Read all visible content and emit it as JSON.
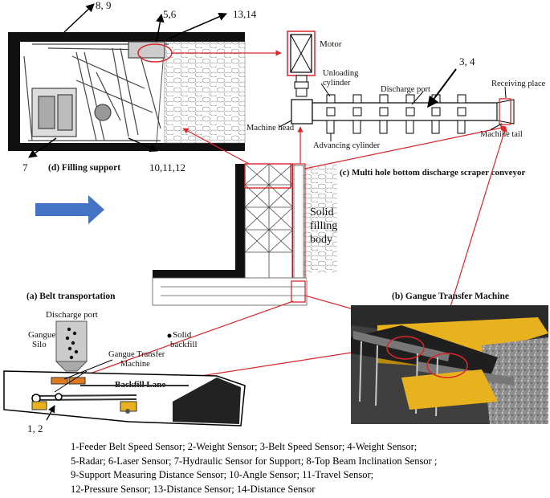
{
  "labels": {
    "motor": "Motor",
    "unloading_cylinder_line1": "Unloading",
    "unloading_cylinder_line2": "cylinder",
    "discharge_port_conveyor": "Discharge port",
    "receiving_place": "Receiving place",
    "machine_head": "Machine head",
    "machine_tail": "Machine tail",
    "advancing_cylinder": "Advancing cylinder",
    "conveyor_caption": "(c) Multi hole bottom discharge scraper conveyor",
    "filling_support_caption": "(d) Filling support",
    "solid_filling_body_line1": "Solid",
    "solid_filling_body_line2": "filling",
    "solid_filling_body_line3": "body",
    "belt_transportation_caption": "(a) Belt transportation",
    "gangue_transfer_caption": "(b) Gangue Transfer Machine",
    "discharge_port_belt": "Discharge port",
    "gangue_silo_line1": "Gangue",
    "gangue_silo_line2": "Silo",
    "gangue_transfer_machine_line1": "Gangue Transfer",
    "gangue_transfer_machine_line2": "Machine",
    "solid_backfill_line1": "Solid",
    "solid_backfill_line2": "backfill",
    "backfill_lane": "Backfill Lane"
  },
  "callouts": {
    "sensors_8_9": "8, 9",
    "sensors_5_6": "5,6",
    "sensors_13_14": "13,14",
    "sensor_7": "7",
    "sensors_10_11_12": "10,11,12",
    "sensors_3_4": "3, 4",
    "sensors_1_2": "1, 2"
  },
  "legend": {
    "line1": "1-Feeder Belt Speed Sensor; 2-Weight Sensor; 3-Belt Speed Sensor; 4-Weight Sensor;",
    "line2": "5-Radar; 6-Laser Sensor; 7-Hydraulic Sensor for Support; 8-Top Beam Inclination Sensor ;",
    "line3": "9-Support Measuring Distance Sensor; 10-Angle Sensor; 11-Travel Sensor;",
    "line4": "12-Pressure Sensor; 13-Distance Sensor; 14-Distance Sensor"
  },
  "colors": {
    "callout_red": "#d9262b",
    "flow_arrow_blue": "#4472c4",
    "machine_yellow": "#e8b21e"
  }
}
